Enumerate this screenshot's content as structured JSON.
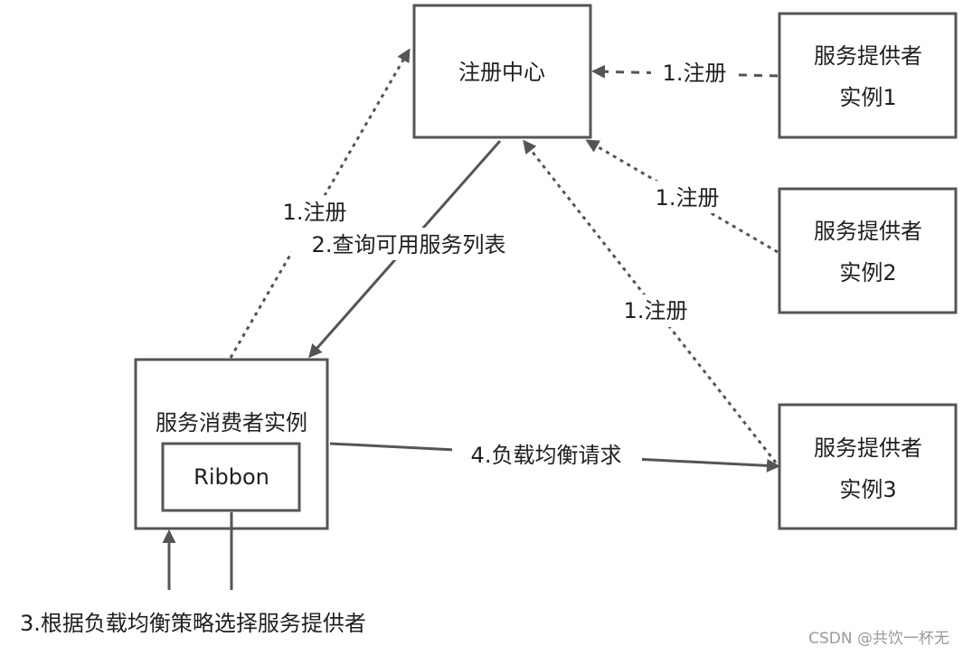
{
  "nodes": {
    "registry": {
      "label": "注册中心"
    },
    "provider1": {
      "line1": "服务提供者",
      "line2": "实例1"
    },
    "provider2": {
      "line1": "服务提供者",
      "line2": "实例2"
    },
    "provider3": {
      "line1": "服务提供者",
      "line2": "实例3"
    },
    "consumer": {
      "label": "服务消费者实例"
    },
    "ribbon": {
      "label": "Ribbon"
    }
  },
  "edges": {
    "register_p1": "1.注册",
    "register_p2": "1.注册",
    "register_p3": "1.注册",
    "register_consumer": "1.注册",
    "query_list": "2.查询可用服务列表",
    "select_strategy": "3.根据负载均衡策略选择服务提供者",
    "lb_request": "4.负载均衡请求"
  },
  "watermark": "CSDN @共饮一杯无",
  "colors": {
    "stroke": "#555555",
    "text": "#1f1f1f",
    "watermark": "#9a9a9a"
  }
}
